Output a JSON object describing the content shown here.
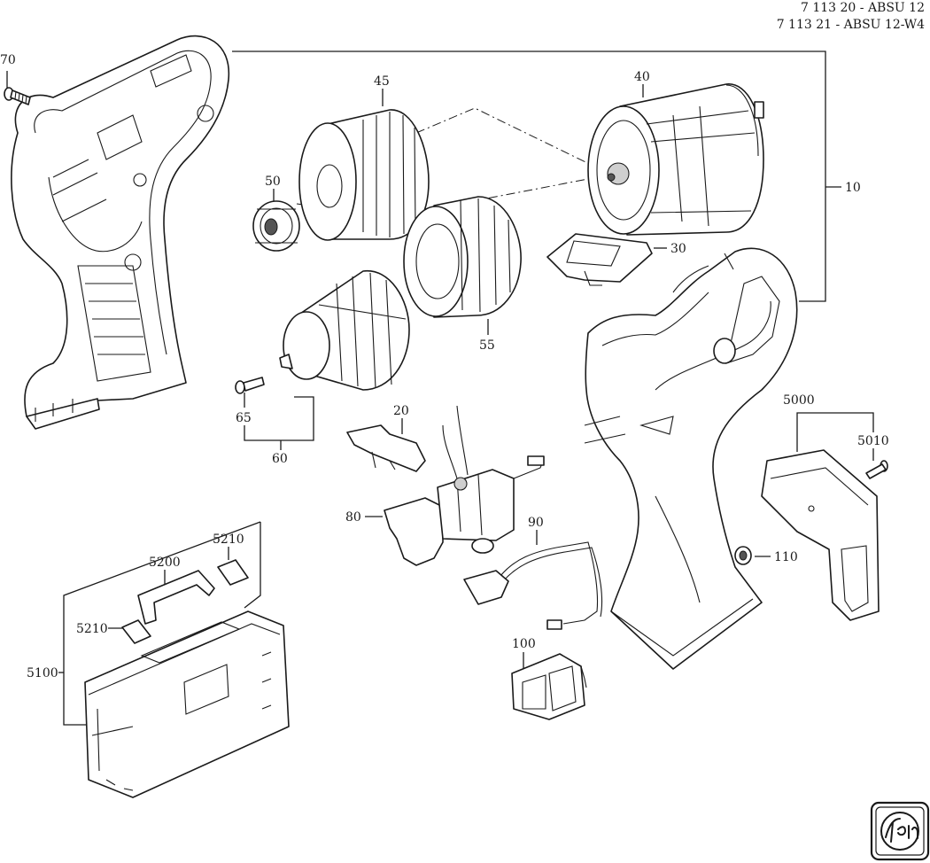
{
  "header": {
    "line1": "7 113 20 - ABSU 12",
    "line2": "7 113 21 - ABSU 12-W4"
  },
  "labels": {
    "p10": "10",
    "p20": "20",
    "p30": "30",
    "p40": "40",
    "p45": "45",
    "p50": "50",
    "p55": "55",
    "p60": "60",
    "p65": "65",
    "p70": "70",
    "p80": "80",
    "p90": "90",
    "p100": "100",
    "p110": "110",
    "p5000": "5000",
    "p5010": "5010",
    "p5100": "5100",
    "p5200": "5200",
    "p5210a": "5210",
    "p5210b": "5210"
  },
  "logo": {
    "icon": "fein-logo-icon"
  }
}
